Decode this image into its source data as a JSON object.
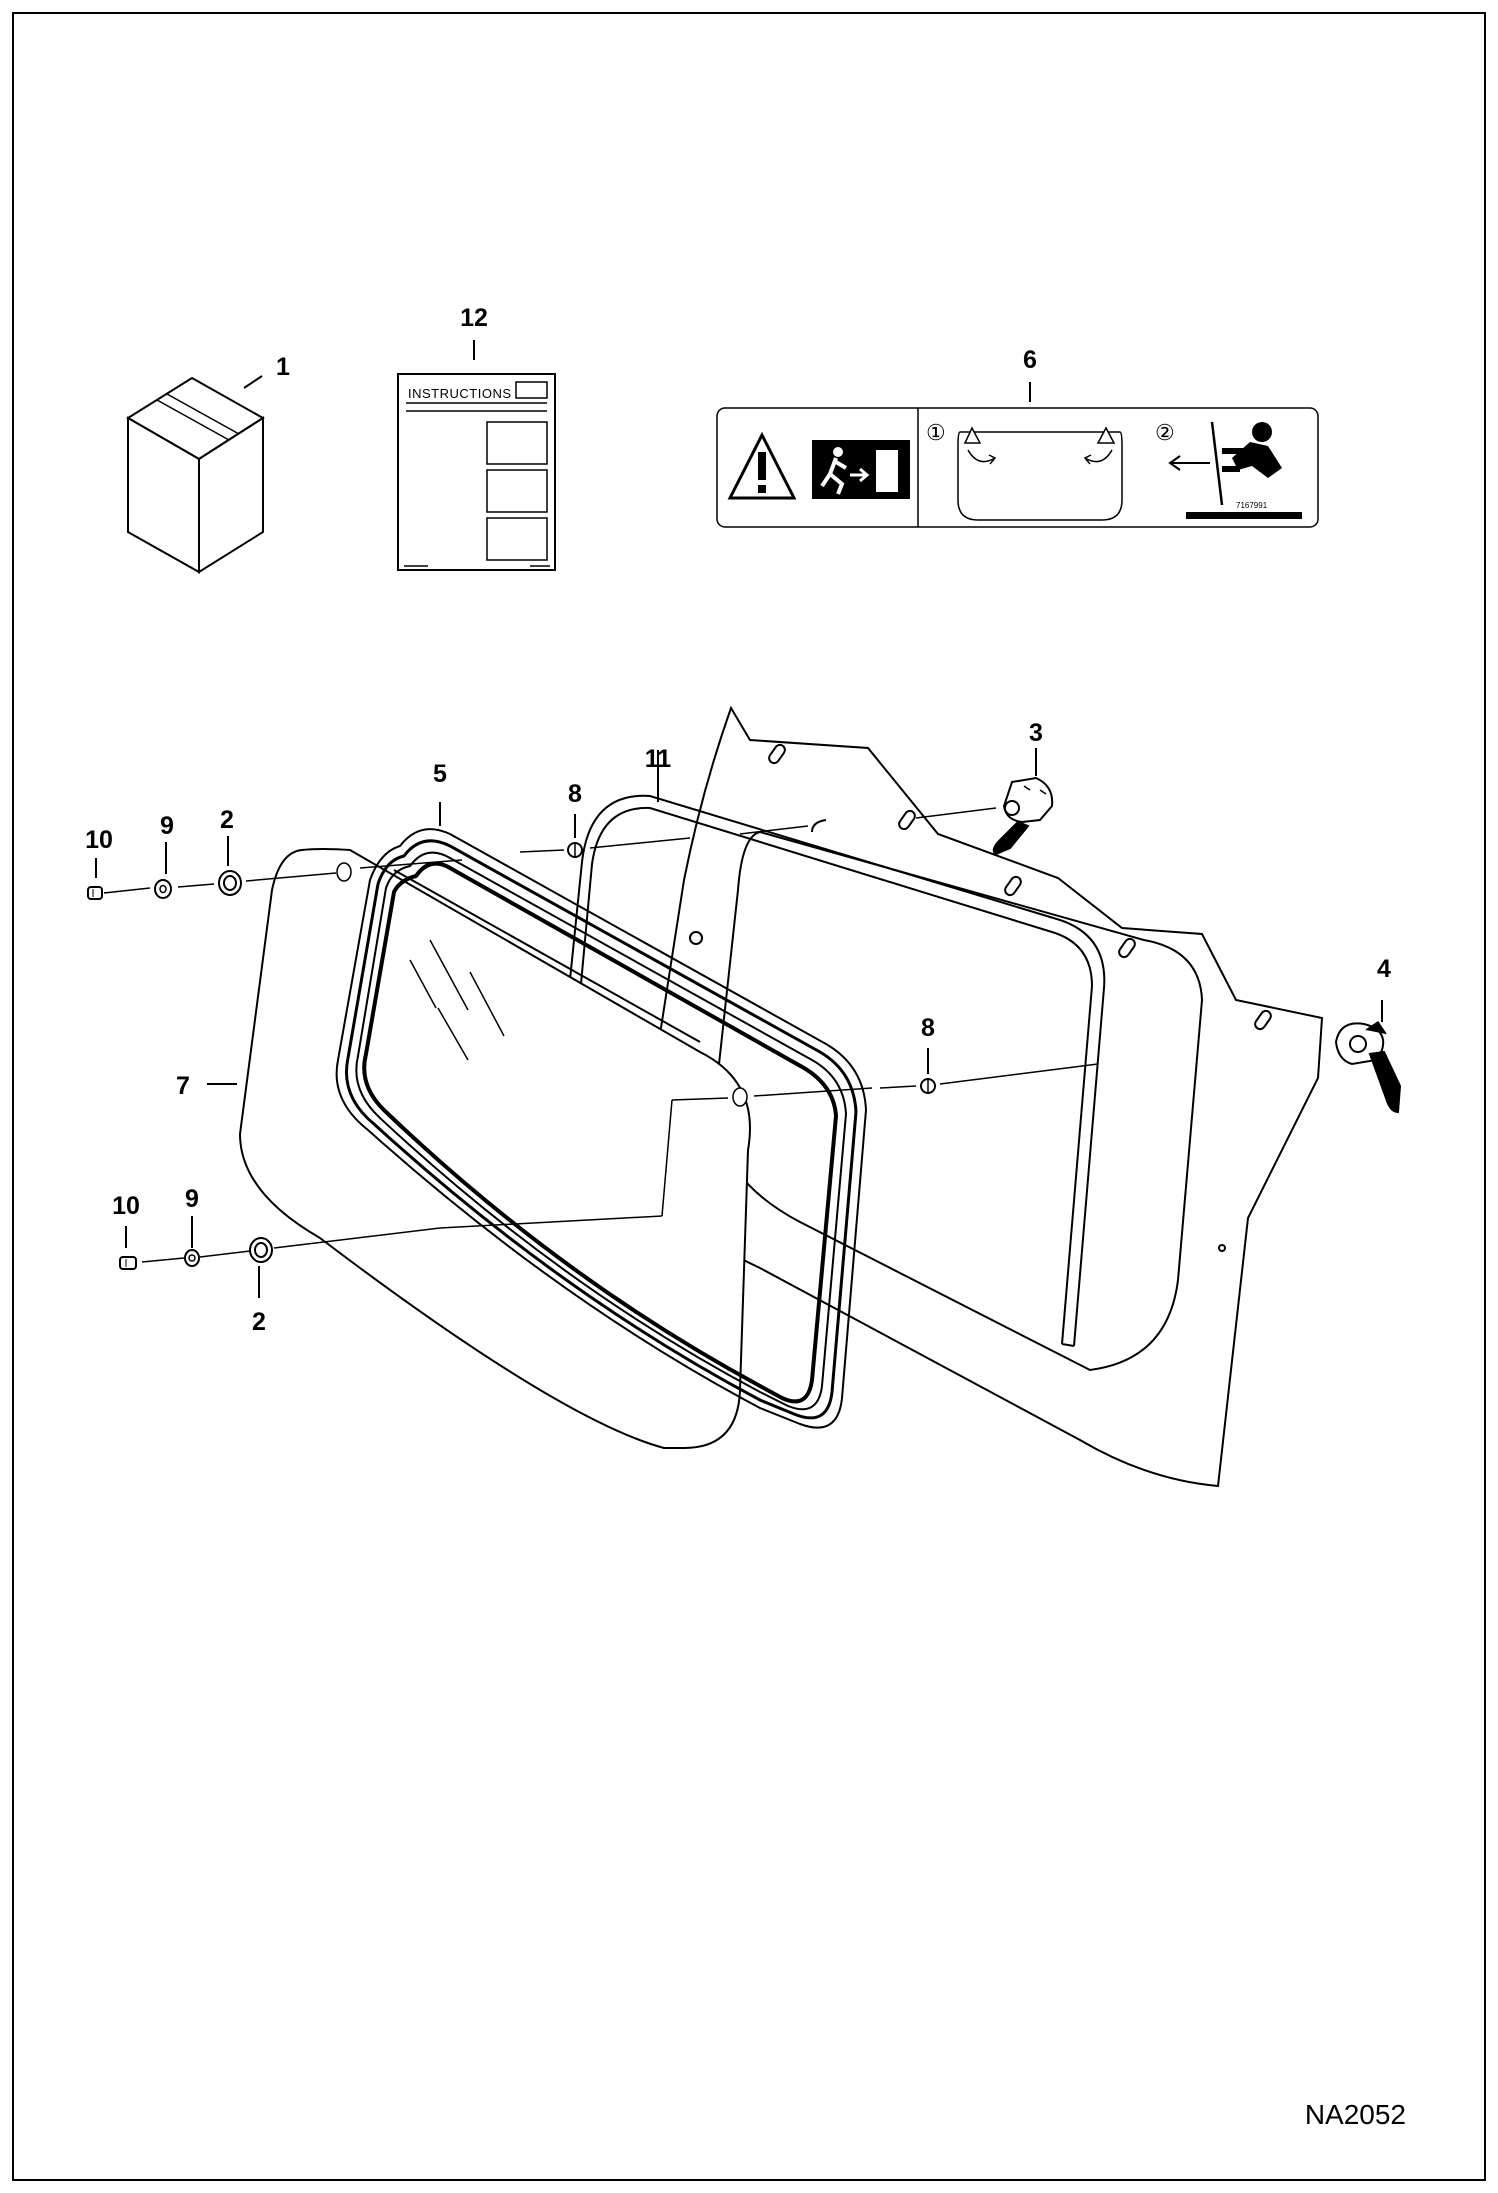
{
  "drawing": {
    "reference_code": "NA2052",
    "decal_part_number": "7167991",
    "instructions_heading": "INSTRUCTIONS",
    "decal_step_one": "①",
    "decal_step_two": "②",
    "callouts": {
      "box": "1",
      "grommet_upper": "2",
      "grommet_lower": "2",
      "latch_upper": "3",
      "latch_lower": "4",
      "gasket": "5",
      "decal": "6",
      "window": "7",
      "nut_upper": "8",
      "nut_lower": "8",
      "washer_upper": "9",
      "washer_lower": "9",
      "screw_upper": "10",
      "screw_lower": "10",
      "trim": "11",
      "instructions": "12"
    }
  }
}
